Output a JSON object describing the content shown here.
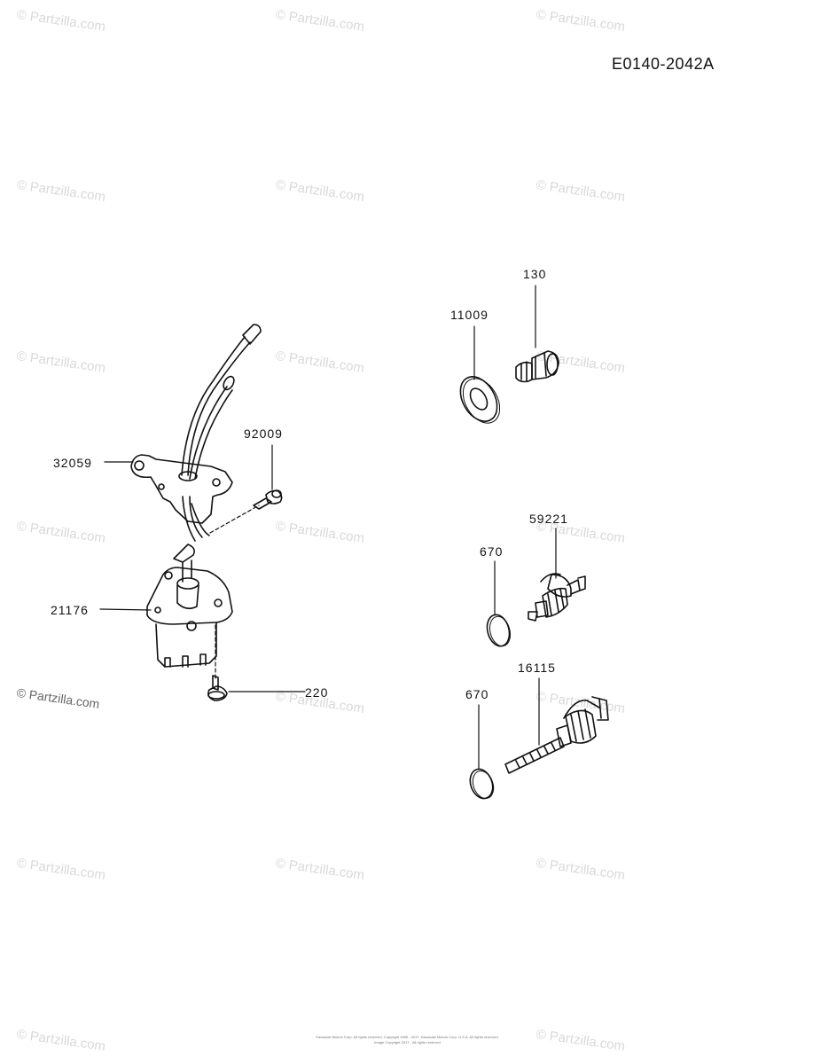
{
  "diagram": {
    "reference_code": "E0140-2042A",
    "callouts": {
      "p130": "130",
      "p11009": "11009",
      "p92009": "92009",
      "p32059": "32059",
      "p59221": "59221",
      "p670_a": "670",
      "p21176": "21176",
      "p16115": "16115",
      "p670_b": "670",
      "p220": "220"
    }
  },
  "watermark": {
    "text": "© Partzilla.com",
    "side_text": "© Partzilla.com"
  },
  "footer": {
    "line1": "Kawasaki Motors Corp. All rights reserved. Copyright 1985 - 2017, Kawasaki Motors Corp. U.S.A. All rights reserved.",
    "line2": "Image Copyright 2017 - All rights reserved"
  },
  "colors": {
    "ink": "#111111",
    "watermark": "#d9d9d9"
  }
}
